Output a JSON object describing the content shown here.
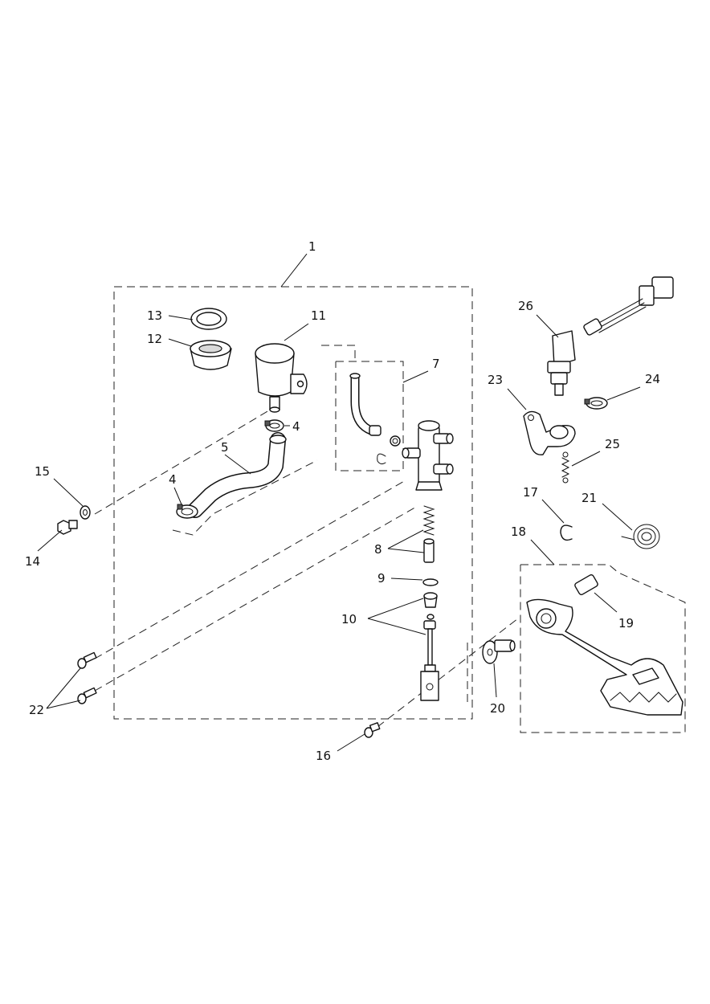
{
  "callouts": [
    "1",
    "4",
    "4",
    "5",
    "7",
    "8",
    "9",
    "10",
    "11",
    "12",
    "13",
    "14",
    "15",
    "16",
    "17",
    "18",
    "19",
    "20",
    "21",
    "22",
    "23",
    "24",
    "25",
    "26"
  ]
}
